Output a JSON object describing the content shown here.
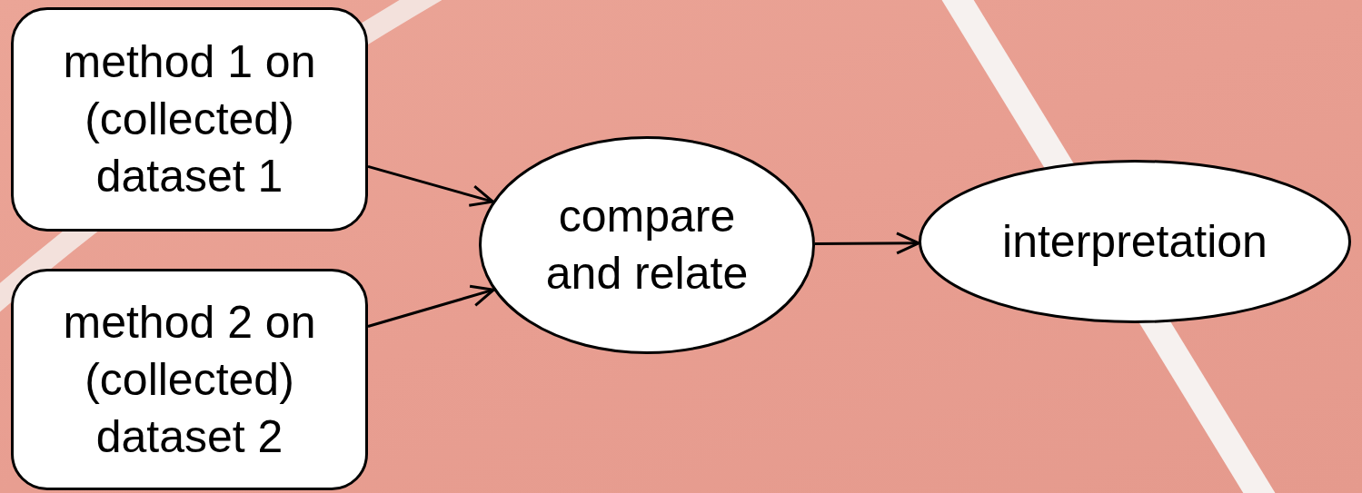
{
  "diagram": {
    "nodes": [
      {
        "text": [
          "method 1 on (collected) dataset 1"
        ]
      },
      {
        "text": [
          "method 2 on (collected) dataset 2"
        ]
      },
      {
        "text": [
          "compare and relate"
        ]
      },
      {
        "text": [
          "interpretation"
        ]
      }
    ],
    "edges": [
      {
        "from": 0,
        "to": 2,
        "arrow": "to"
      },
      {
        "from": 1,
        "to": 2,
        "arrow": "to"
      },
      {
        "from": 2,
        "to": 3,
        "arrow": "to"
      }
    ]
  }
}
